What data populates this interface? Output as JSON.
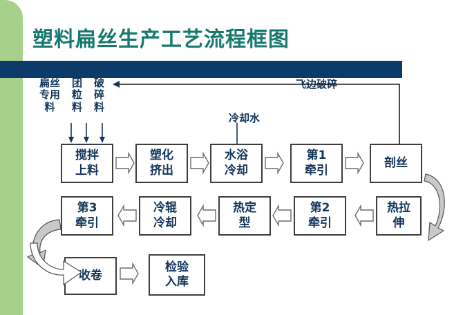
{
  "page": {
    "title": "塑料扁丝生产工艺流程框图",
    "accent_green": "#a8d08d",
    "title_color": "#17796e",
    "bar_color": "#0d3b69",
    "box_text_color": "#12355b",
    "box_border_color": "#3d3d3d",
    "arrow_fill": "#ffffff",
    "curve_fill": "#c9c9c9"
  },
  "inputs": {
    "materials": [
      {
        "name": "material-flat-yarn",
        "lines": [
          "扁丝",
          "专用",
          "料"
        ]
      },
      {
        "name": "material-pellet",
        "lines": [
          "团",
          "粒",
          "料"
        ]
      },
      {
        "name": "material-crushed",
        "lines": [
          "破",
          "碎",
          "料"
        ]
      }
    ],
    "cooling_water": "冷却水",
    "recycle": "飞边破碎"
  },
  "flow": {
    "row1": [
      {
        "id": "mixing-feeding",
        "lines": [
          "搅拌",
          "上料"
        ]
      },
      {
        "id": "plasticizing-extrusion",
        "lines": [
          "塑化",
          "挤出"
        ]
      },
      {
        "id": "water-bath-cooling",
        "lines": [
          "水浴",
          "冷却"
        ]
      },
      {
        "id": "first-traction",
        "lines": [
          "第1",
          "牵引"
        ]
      },
      {
        "id": "slitting",
        "lines": [
          "剖丝"
        ]
      }
    ],
    "row2": [
      {
        "id": "third-traction",
        "lines": [
          "第3",
          "牵引"
        ]
      },
      {
        "id": "chill-roll-cooling",
        "lines": [
          "冷辊",
          "冷却"
        ]
      },
      {
        "id": "heat-setting",
        "lines": [
          "热定",
          "型"
        ]
      },
      {
        "id": "second-traction",
        "lines": [
          "第2",
          "牵引"
        ]
      },
      {
        "id": "hot-stretching",
        "lines": [
          "热拉",
          "伸"
        ]
      }
    ],
    "row3": [
      {
        "id": "winding",
        "lines": [
          "收卷"
        ]
      },
      {
        "id": "inspection-warehousing",
        "lines": [
          "检验",
          "入库"
        ]
      }
    ]
  }
}
